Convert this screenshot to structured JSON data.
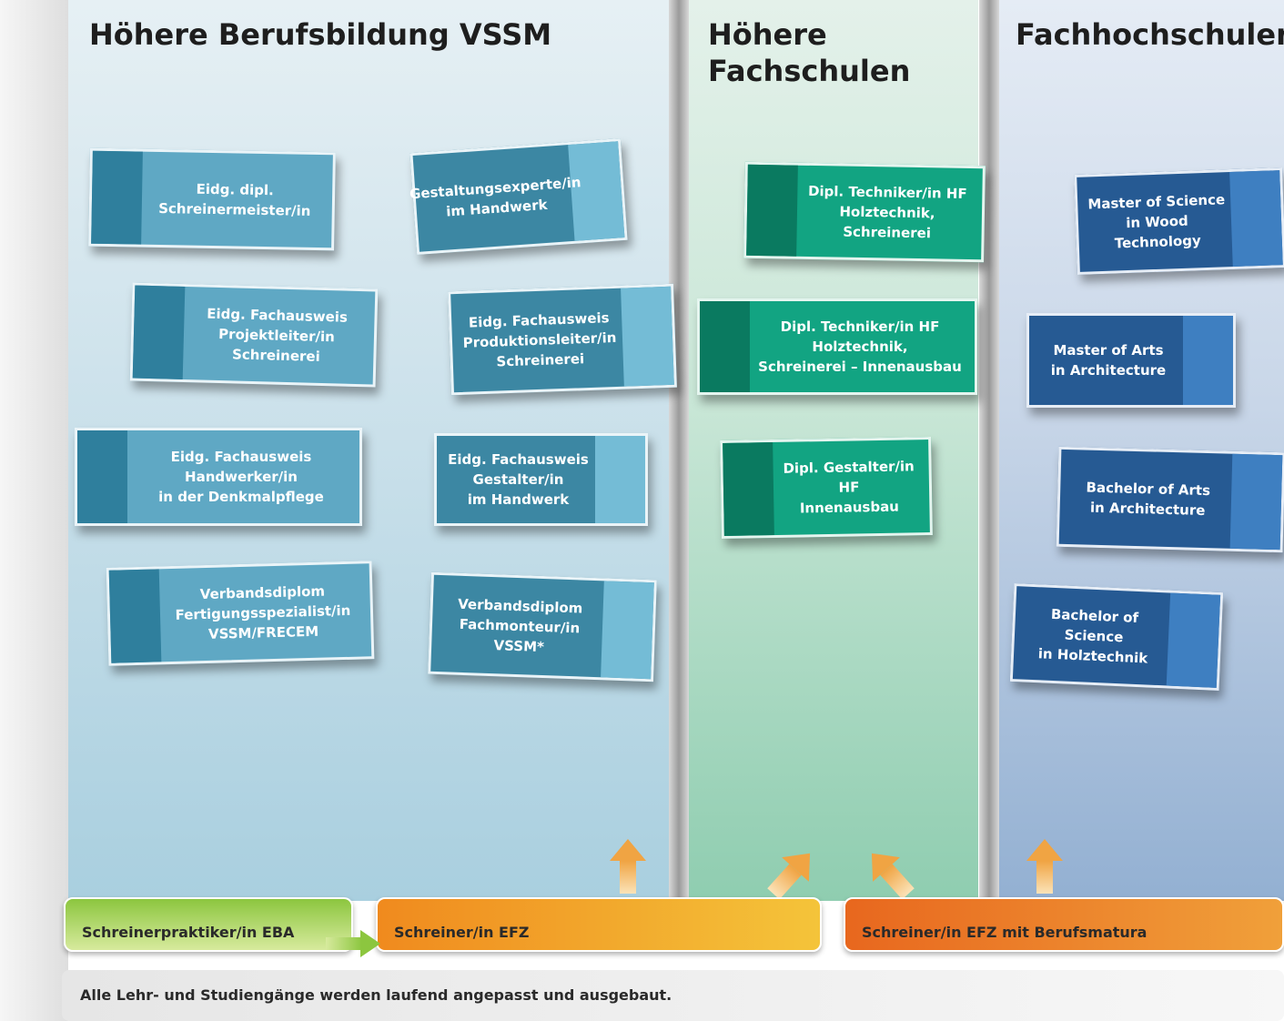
{
  "columns": {
    "vssm_title": "Höhere Berufsbildung VSSM",
    "hf_title": "Höhere\nFachschulen",
    "fh_title": "Fachhochschulen"
  },
  "vssm_boxes": [
    "Eidg. dipl.\nSchreinermeister/in",
    "Gestaltungsexperte/in\nim Handwerk",
    "Eidg. Fachausweis\nProjektleiter/in Schreinerei",
    "Eidg. Fachausweis\nProduktionsleiter/in\nSchreinerei",
    "Eidg. Fachausweis Handwerker/in\nin der Denkmalpflege",
    "Eidg. Fachausweis\nGestalter/in\nim Handwerk",
    "Verbandsdiplom\nFertigungsspezialist/in\nVSSM/FRECEM",
    "Verbandsdiplom\nFachmonteur/in VSSM*"
  ],
  "hf_boxes": [
    "Dipl. Techniker/in HF\nHolztechnik, Schreinerei",
    "Dipl. Techniker/in HF Holztechnik,\nSchreinerei – Innenausbau",
    "Dipl. Gestalter/in HF\nInnenausbau"
  ],
  "fh_boxes": [
    "Master of Science\nin Wood Technology",
    "Master of Arts\nin Architecture",
    "Bachelor of Arts\nin Architecture",
    "Bachelor of Science\nin Holztechnik"
  ],
  "bars": {
    "eba": "Schreinerpraktiker/in EBA",
    "efz": "Schreiner/in EFZ",
    "bm": "Schreiner/in EFZ mit Berufsmatura"
  },
  "footer": "Alle Lehr- und Studiengänge werden laufend  angepasst und ausgebaut.",
  "colors": {
    "vssm_box": "#5fa8c4",
    "hf_box": "#12a482",
    "fh_box": "#2e64a2",
    "arrow": "#f0a443",
    "eba_bar": "#8cc63f",
    "efz_bar": "#f4a52a",
    "bm_bar": "#e8671e"
  }
}
